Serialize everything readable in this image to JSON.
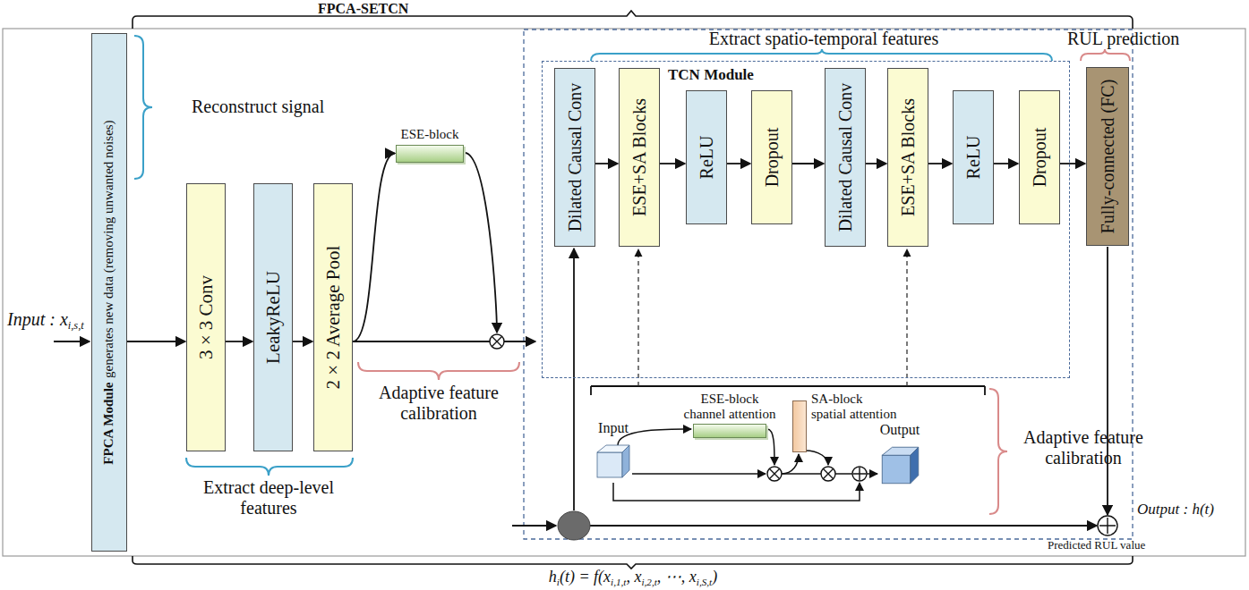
{
  "diagram": {
    "nodes": [
      {
        "text": [
          "FPCA Module",
          "generates new data (removing unwanted noises)"
        ]
      },
      {
        "text": [
          "3 × 3 Conv"
        ]
      },
      {
        "text": [
          "LeakyReLU"
        ]
      },
      {
        "text": [
          "2 × 2 Average Pool"
        ]
      },
      {
        "text": [
          "ESE-block"
        ]
      },
      {
        "text": [
          "TCN Module"
        ]
      },
      {
        "text": [
          "Dilated Causal Conv"
        ],
        "in": 5
      },
      {
        "text": [
          "ESE+SA Blocks"
        ],
        "in": 5
      },
      {
        "text": [
          "ReLU"
        ],
        "in": 5
      },
      {
        "text": [
          "Dropout"
        ],
        "in": 5
      },
      {
        "text": [
          "Dilated Causal Conv"
        ],
        "in": 5
      },
      {
        "text": [
          "ESE+SA Blocks"
        ],
        "in": 5
      },
      {
        "text": [
          "ReLU"
        ],
        "in": 5
      },
      {
        "text": [
          "Dropout"
        ],
        "in": 5
      },
      {
        "text": [
          "Fully-connected (FC)"
        ]
      },
      {
        "text": [
          "Input"
        ]
      },
      {
        "text": [
          "ESE-block channel attention"
        ]
      },
      {
        "text": [
          "SA-block spatial attention"
        ]
      },
      {
        "text": [
          "Output"
        ]
      }
    ],
    "edges": [
      {
        "from": 0,
        "to": 1,
        "arrow": "to"
      },
      {
        "from": 1,
        "to": 2,
        "arrow": "to"
      },
      {
        "from": 2,
        "to": 3,
        "arrow": "to"
      },
      {
        "from": 3,
        "to": 4,
        "arrow": "to"
      },
      {
        "from": 6,
        "to": 7,
        "arrow": "to"
      },
      {
        "from": 7,
        "to": 8,
        "arrow": "to"
      },
      {
        "from": 8,
        "to": 9,
        "arrow": "to"
      },
      {
        "from": 9,
        "to": 10,
        "arrow": "to"
      },
      {
        "from": 10,
        "to": 11,
        "arrow": "to"
      },
      {
        "from": 11,
        "to": 12,
        "arrow": "to"
      },
      {
        "from": 12,
        "to": 13,
        "arrow": "to"
      },
      {
        "from": 13,
        "to": 14,
        "arrow": "to"
      }
    ],
    "labels": [
      "FPCA-SETCN",
      "Reconstruct signal",
      "Extract deep-level features",
      "Adaptive feature calibration",
      "Extract spatio-temporal features",
      "RUL prediction",
      "Adaptive feature calibration",
      "Input : x",
      "i,s,t",
      "Output : h(t)",
      "Predicted RUL value",
      "h",
      "i",
      "(t) = f(x",
      "i,1,t",
      ", x",
      "i,2,t",
      ", ⋯, x",
      "i,S,t",
      ")"
    ]
  }
}
